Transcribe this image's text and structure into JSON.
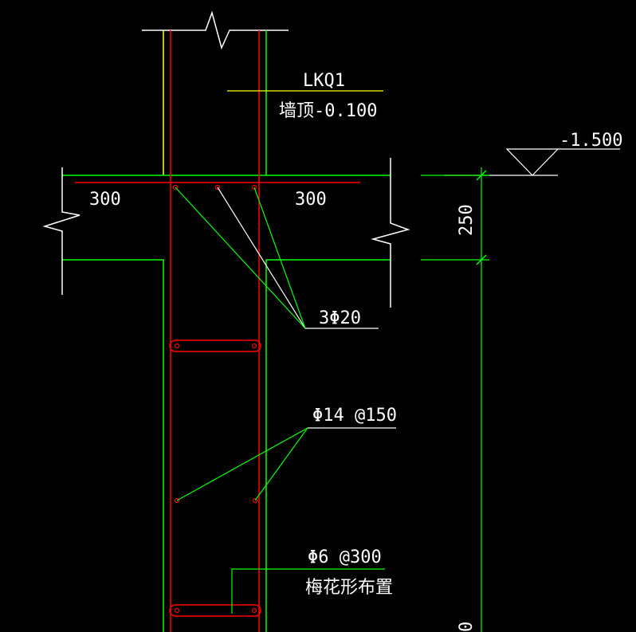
{
  "drawing": {
    "wall_label": "LKQ1",
    "wall_top_label": "墙顶-0.100",
    "elevation_label": "-1.500",
    "left_width_label": "300",
    "right_width_label": "300",
    "thickness_label": "250",
    "longitudinal_bar_label": "3Φ20",
    "distribution_bar_label": "Φ14 @150",
    "tie_bar_label": "Φ6 @300",
    "tie_arrangement_label": "梅花形布置",
    "partial_bottom_label": "0"
  },
  "colors": {
    "background": "#000000",
    "concrete_outline": "#00ff00",
    "rebar": "#ff0000",
    "leader_line": "#ffffff",
    "wall_left_edge": "#ffff00",
    "annotation_text": "#ffffff"
  }
}
